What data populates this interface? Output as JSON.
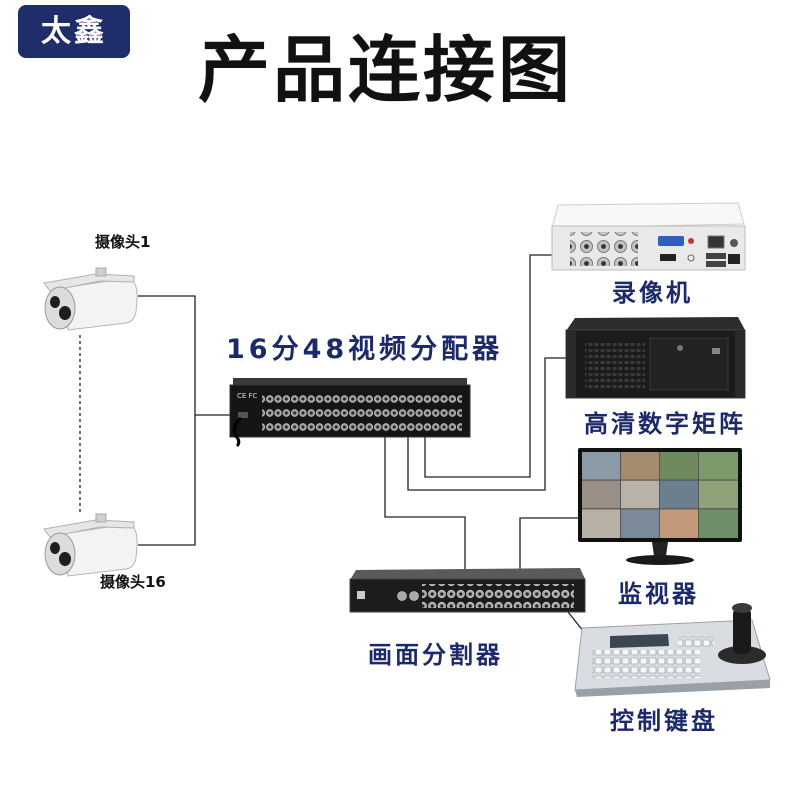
{
  "brand": {
    "badge": "太鑫"
  },
  "title": "产品连接图",
  "colors": {
    "badge": "#1f2e6b",
    "label": "#1c2a6a",
    "title": "#111111",
    "line": "#222222"
  },
  "devices": {
    "camera_first": {
      "label": "摄像头1"
    },
    "camera_last": {
      "label": "摄像头16"
    },
    "distributor": {
      "label": "16分48视频分配器",
      "marking": "CE FC"
    },
    "dvr": {
      "label": "录像机"
    },
    "matrix": {
      "label": "高清数字矩阵"
    },
    "monitor": {
      "label": "监视器"
    },
    "splitter": {
      "label": "画面分割器"
    },
    "keyboard": {
      "label": "控制键盘"
    }
  }
}
